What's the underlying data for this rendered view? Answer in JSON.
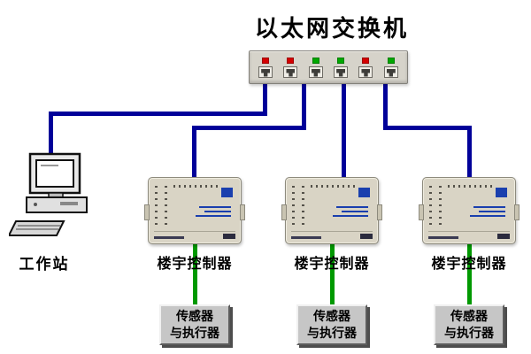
{
  "title": "以太网交换机",
  "colors": {
    "line_blue": "#000099",
    "line_green": "#009900",
    "led_red": "#d40000",
    "led_green": "#00a800",
    "controller_body": "#d9d4c5",
    "controller_accent": "#1a3fae",
    "sensor_box_bg": "#c6c6c6"
  },
  "switch": {
    "ports": [
      {
        "led": "red"
      },
      {
        "led": "red"
      },
      {
        "led": "green"
      },
      {
        "led": "green"
      },
      {
        "led": "red"
      },
      {
        "led": "green"
      }
    ]
  },
  "workstation": {
    "label": "工作站"
  },
  "controllers": [
    {
      "label": "楼宇控制器"
    },
    {
      "label": "楼宇控制器"
    },
    {
      "label": "楼宇控制器"
    }
  ],
  "sensor_units": [
    {
      "line1": "传感器",
      "line2": "与执行器"
    },
    {
      "line1": "传感器",
      "line2": "与执行器"
    },
    {
      "line1": "传感器",
      "line2": "与执行器"
    }
  ]
}
